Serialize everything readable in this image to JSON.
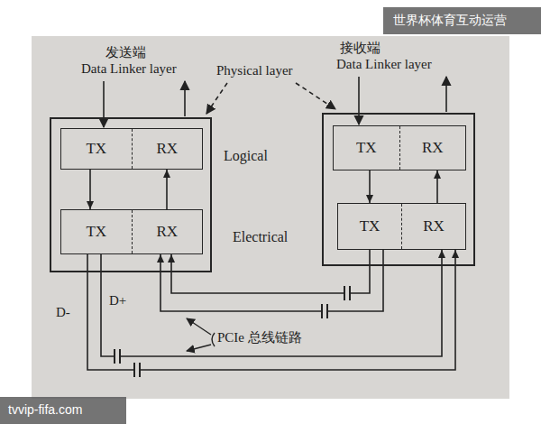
{
  "diagram": {
    "nodes": [
      {
        "text": [
          "发送端"
        ]
      },
      {
        "text": [
          "TX",
          "RX"
        ],
        "in": 0
      },
      {
        "text": [
          "TX",
          "RX"
        ],
        "in": 0
      },
      {
        "text": [
          "接收端"
        ]
      },
      {
        "text": [
          "TX",
          "RX"
        ],
        "in": 3
      },
      {
        "text": [
          "TX",
          "RX"
        ],
        "in": 3
      }
    ],
    "edges": [
      {
        "from": 1,
        "to": 2,
        "arrow": "to"
      },
      {
        "from": 2,
        "to": 1,
        "arrow": "to"
      },
      {
        "from": 4,
        "to": 5,
        "arrow": "to"
      },
      {
        "from": 5,
        "to": 4,
        "arrow": "to"
      },
      {
        "from": 2,
        "to": 5,
        "arrow": "to"
      },
      {
        "from": 5,
        "to": 2,
        "arrow": "to"
      }
    ],
    "labels": [
      "Data Linker layer",
      "Data Linker layer",
      "Physical layer",
      "Logical",
      "Electrical",
      "D-",
      "D+",
      "PCIe 总线链路",
      "世界杯体育互动运营",
      "tvvip-fifa.com"
    ]
  }
}
